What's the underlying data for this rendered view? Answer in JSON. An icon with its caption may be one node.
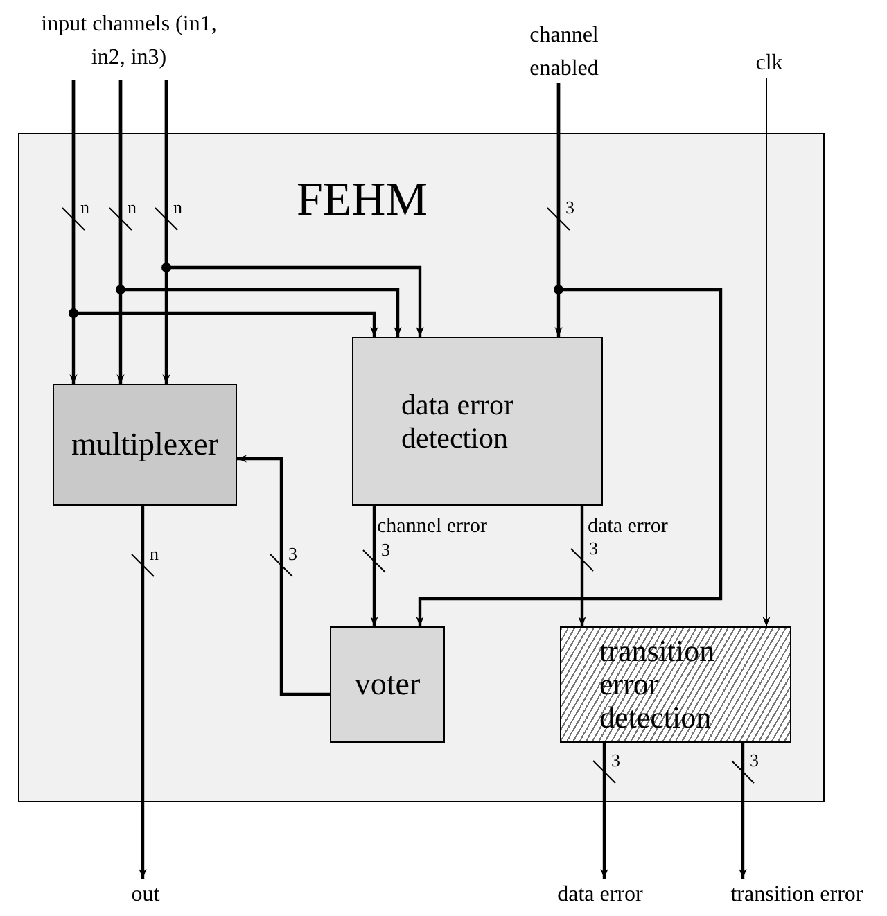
{
  "diagram": {
    "nodes": [
      {
        "text": [
          "FEHM"
        ]
      },
      {
        "text": [
          "input channels (in1, in2, in3)"
        ]
      },
      {
        "text": [
          "channel enabled"
        ]
      },
      {
        "text": [
          "clk"
        ]
      },
      {
        "text": [
          "multiplexer"
        ],
        "in": 0
      },
      {
        "text": [
          "data error detection"
        ],
        "in": 0
      },
      {
        "text": [
          "voter"
        ],
        "in": 0
      },
      {
        "text": [
          "transition error detection"
        ],
        "in": 0
      },
      {
        "text": [
          "out"
        ]
      },
      {
        "text": [
          "data error"
        ]
      },
      {
        "text": [
          "transition error"
        ]
      }
    ],
    "edges": [
      {
        "from": 1,
        "to": 4,
        "arrow": "to"
      },
      {
        "from": 1,
        "to": 4,
        "arrow": "to"
      },
      {
        "from": 1,
        "to": 4,
        "arrow": "to"
      },
      {
        "from": 1,
        "to": 5,
        "arrow": "to"
      },
      {
        "from": 1,
        "to": 5,
        "arrow": "to"
      },
      {
        "from": 1,
        "to": 5,
        "arrow": "to"
      },
      {
        "from": 2,
        "to": 5,
        "arrow": "to"
      },
      {
        "from": 2,
        "to": 6,
        "arrow": "to"
      },
      {
        "from": 3,
        "to": 7,
        "arrow": "to"
      },
      {
        "from": 4,
        "to": 8,
        "arrow": "to"
      },
      {
        "from": 5,
        "to": 6,
        "label": "channel error",
        "arrow": "to"
      },
      {
        "from": 5,
        "to": 7,
        "label": "data error",
        "arrow": "to"
      },
      {
        "from": 6,
        "to": 4,
        "arrow": "to"
      },
      {
        "from": 7,
        "to": 9,
        "arrow": "to"
      },
      {
        "from": 7,
        "to": 10,
        "arrow": "to"
      }
    ],
    "labels": [
      "n",
      "n",
      "n",
      "3",
      "n",
      "3",
      "3",
      "3",
      "3",
      "3"
    ]
  }
}
